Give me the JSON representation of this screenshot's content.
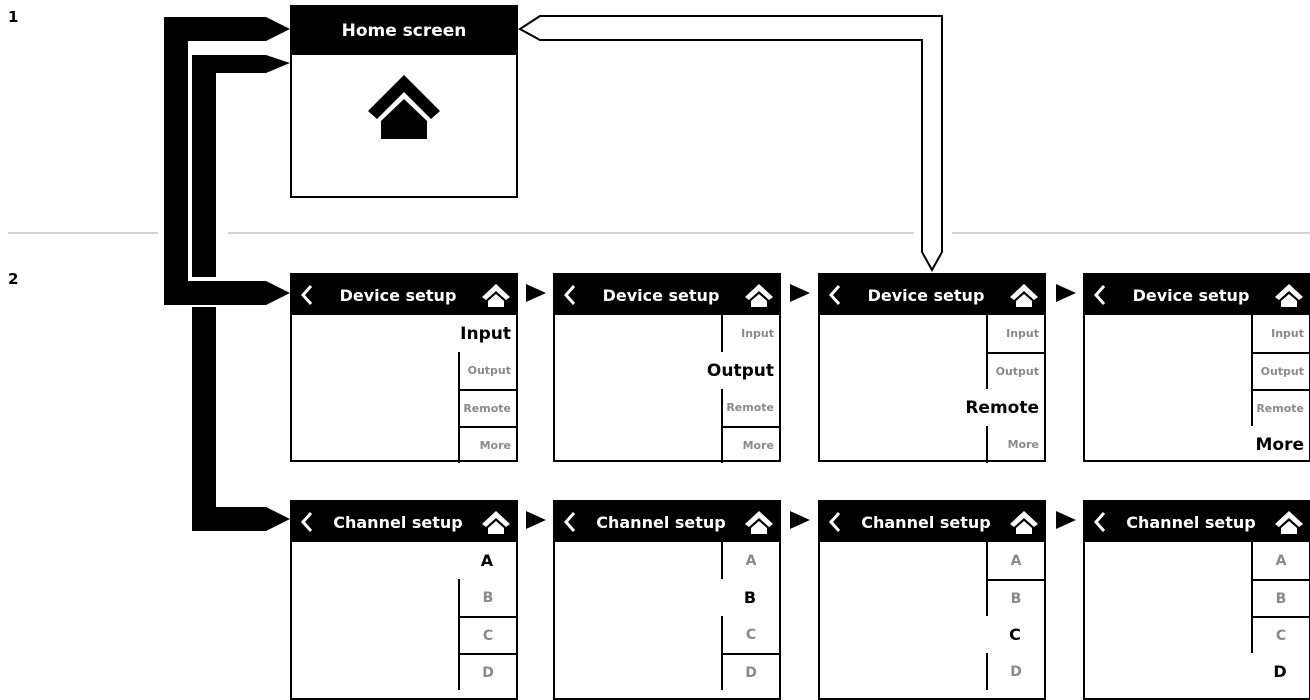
{
  "levels": [
    "1",
    "2"
  ],
  "home": {
    "title": "Home screen",
    "icon": "home-icon"
  },
  "device_screens": [
    {
      "title": "Device setup",
      "selected": 0
    },
    {
      "title": "Device setup",
      "selected": 1
    },
    {
      "title": "Device setup",
      "selected": 2
    },
    {
      "title": "Device setup",
      "selected": 3
    }
  ],
  "device_tabs": [
    "Input",
    "Output",
    "Remote",
    "More"
  ],
  "channel_screens": [
    {
      "title": "Channel setup",
      "selected": 0
    },
    {
      "title": "Channel setup",
      "selected": 1
    },
    {
      "title": "Channel setup",
      "selected": 2
    },
    {
      "title": "Channel setup",
      "selected": 3
    }
  ],
  "channel_tabs": [
    "A",
    "B",
    "C",
    "D"
  ],
  "icons": {
    "back": "chevron-left-icon",
    "home": "home-icon",
    "next": "triangle-right-icon"
  },
  "colors": {
    "ink": "#000000",
    "dim_text": "#8a8a8a",
    "divider": "#aaaaaa"
  }
}
